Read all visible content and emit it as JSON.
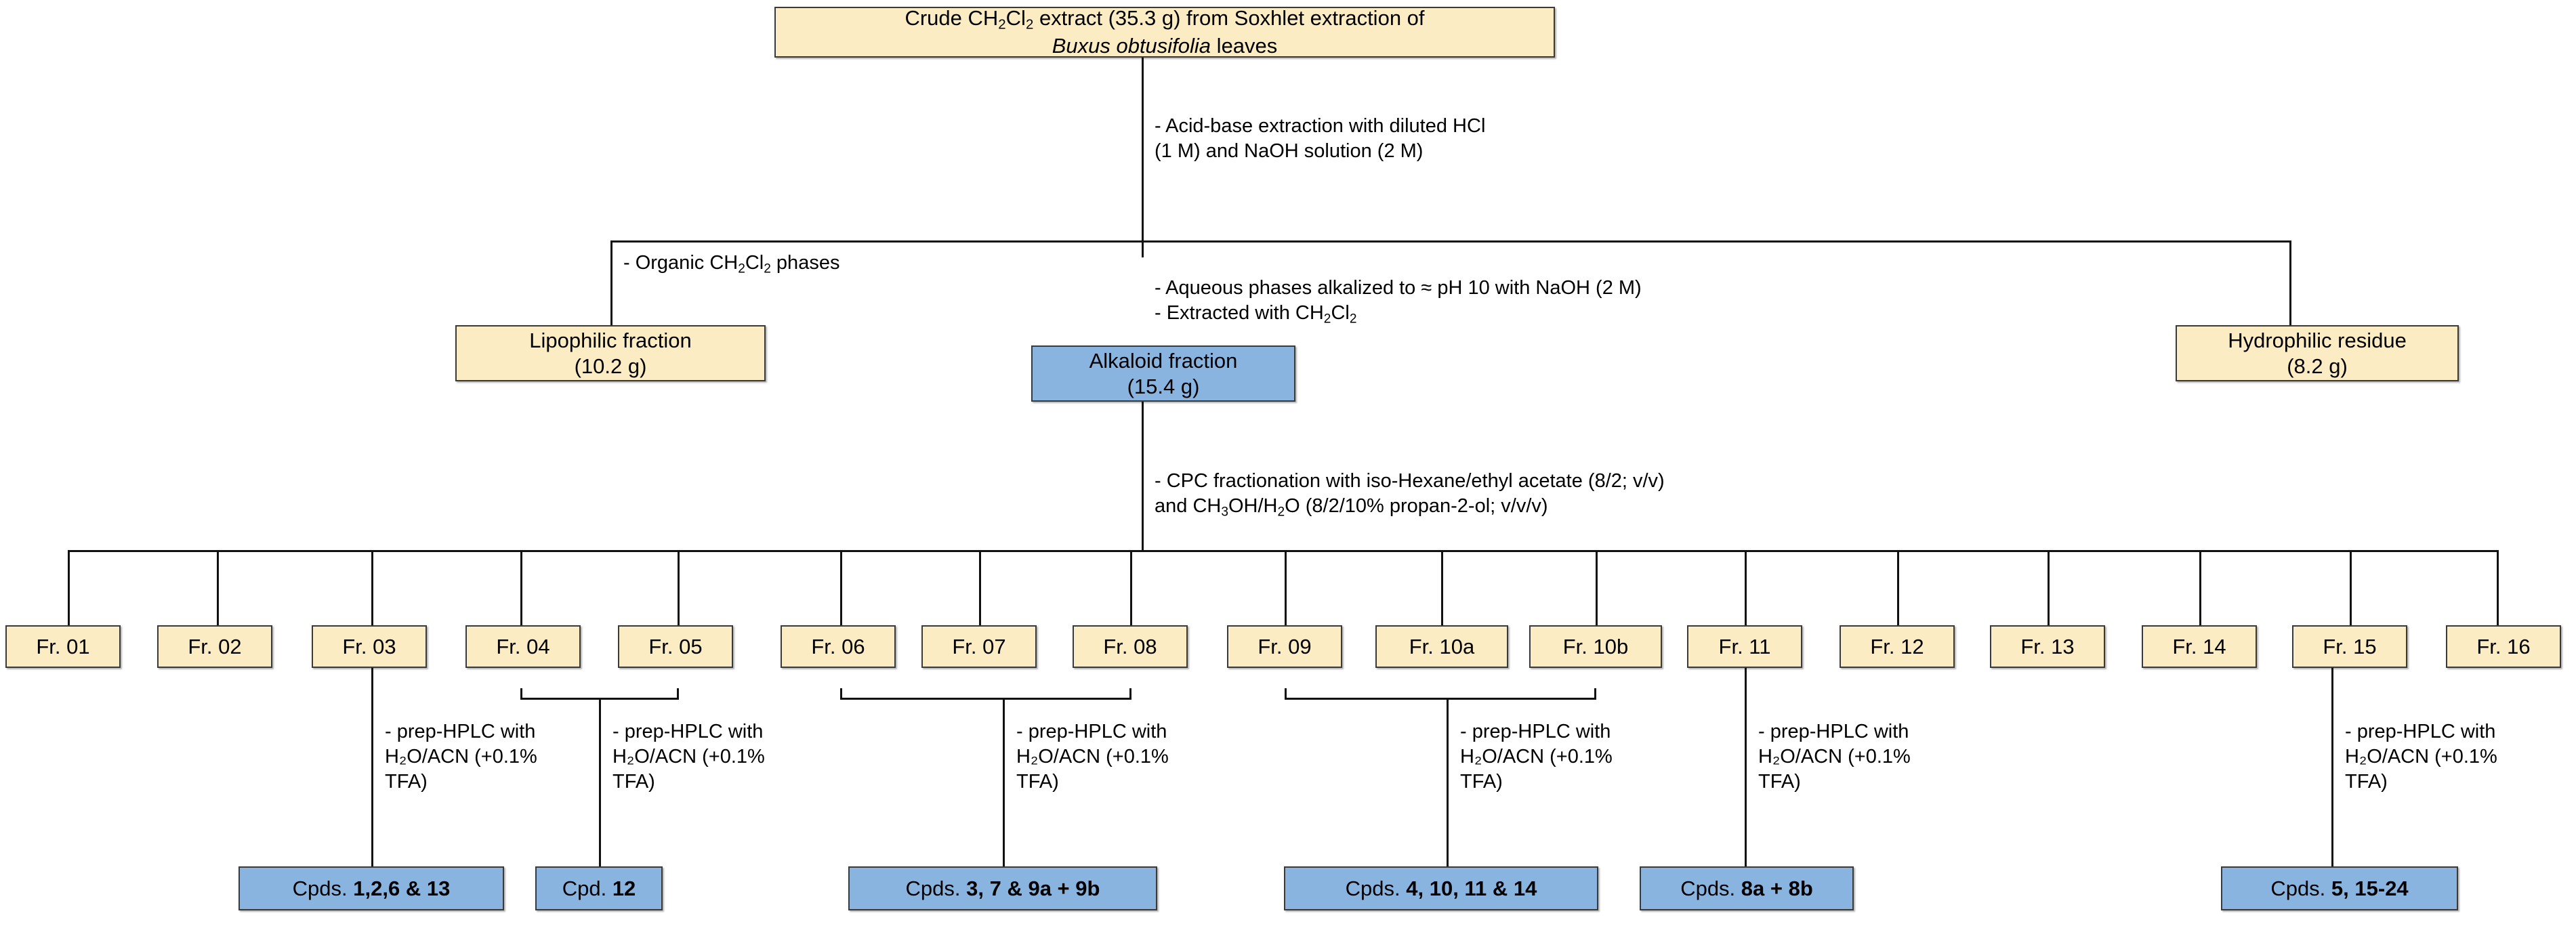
{
  "diagram": {
    "title": "Isolation scheme of Buxus obtusifolia leaf alkaloids",
    "colors": {
      "cream_fill": "#fcecc3",
      "blue_fill": "#8ab4e0",
      "border": "#3a3a3a",
      "line": "#111111",
      "background": "#ffffff"
    }
  },
  "root": {
    "line1_a": "Crude CH",
    "line1_sub": "2",
    "line1_b": "Cl",
    "line1_sub2": "2",
    "line1_c": " extract (35.3 g) from Soxhlet extraction of",
    "line2_italic": "Buxus obtusifolia",
    "line2_tail": " leaves"
  },
  "steps": {
    "acid_base": "- Acid-base extraction with diluted HCl\n(1 M) and NaOH solution (2 M)",
    "organic_phases_pre": "- Organic CH",
    "organic_phases_post": "Cl",
    "organic_phases_tail": " phases",
    "aqueous_line1": "- Aqueous phases alkalized to ≈ pH 10 with NaOH (2 M)",
    "aqueous_line2_pre": "- Extracted with  CH",
    "aqueous_line2_mid": "Cl",
    "cpc_line1": "- CPC fractionation with  iso-Hexane/ethyl acetate (8/2; v/v)",
    "cpc_line2_pre": "and CH",
    "cpc_line2_mid": "OH/H",
    "cpc_line2_post": "O (8/2/10% propan-2-ol; v/v/v)",
    "prep_hplc": "- prep-HPLC with\nH₂O/ACN (+0.1%\nTFA)"
  },
  "fractions_row2": [
    {
      "id": "lipophilic",
      "line1": "Lipophilic fraction",
      "line2": "(10.2 g)",
      "fill": "cream"
    },
    {
      "id": "alkaloid",
      "line1": "Alkaloid  fraction",
      "line2": "(15.4 g)",
      "fill": "blue"
    },
    {
      "id": "hydrophilic",
      "line1": "Hydrophilic residue",
      "line2": "(8.2 g)",
      "fill": "cream"
    }
  ],
  "cpc_fractions": [
    {
      "label": "Fr. 01"
    },
    {
      "label": "Fr. 02"
    },
    {
      "label": "Fr. 03"
    },
    {
      "label": "Fr. 04"
    },
    {
      "label": "Fr. 05"
    },
    {
      "label": "Fr. 06"
    },
    {
      "label": "Fr. 07"
    },
    {
      "label": "Fr. 08"
    },
    {
      "label": "Fr. 09"
    },
    {
      "label": "Fr. 10a"
    },
    {
      "label": "Fr. 10b"
    },
    {
      "label": "Fr. 11"
    },
    {
      "label": "Fr. 12"
    },
    {
      "label": "Fr. 13"
    },
    {
      "label": "Fr. 14"
    },
    {
      "label": "Fr. 15"
    },
    {
      "label": "Fr. 16"
    }
  ],
  "compounds": [
    {
      "id": "cpds-1-2-6-13",
      "prefix": "Cpds. ",
      "bold": "1,2,6 & 13",
      "from": [
        "Fr. 03"
      ]
    },
    {
      "id": "cpd-12",
      "prefix": "Cpd. ",
      "bold": "12",
      "from": [
        "Fr. 04",
        "Fr. 05"
      ]
    },
    {
      "id": "cpds-3-7-9a-9b",
      "prefix": "Cpds. ",
      "bold": "3, 7 & 9a + 9b",
      "from": [
        "Fr. 06",
        "Fr. 07",
        "Fr. 08"
      ]
    },
    {
      "id": "cpds-4-10-11-14",
      "prefix": "Cpds. ",
      "bold": "4, 10, 11 & 14",
      "from": [
        "Fr. 09",
        "Fr. 10a",
        "Fr. 10b"
      ]
    },
    {
      "id": "cpds-8a-8b",
      "prefix": "Cpds. ",
      "bold": "8a + 8b",
      "from": [
        "Fr. 11"
      ]
    },
    {
      "id": "cpds-5-15-24",
      "prefix": "Cpds. ",
      "bold": "5, 15-24",
      "from": [
        "Fr. 15"
      ]
    }
  ]
}
